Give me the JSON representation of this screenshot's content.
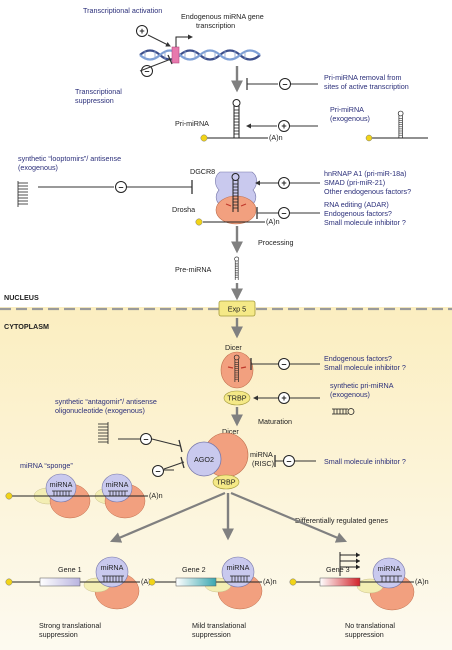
{
  "regulators": {
    "transcriptional_activation": "Transcriptional activation",
    "transcriptional_suppression": [
      "Transcriptional",
      "suppression"
    ],
    "pri_removal": [
      "Pri-miRNA removal from",
      "sites of active transcription"
    ],
    "pri_exogenous": [
      "Pri-miRNA",
      "(exogenous)"
    ],
    "looptomirs": [
      "synthetic “looptomirs”/ antisense",
      "(exogenous)"
    ],
    "hnrnp": [
      "hnRNAP A1 (pri-miR-18a)",
      "SMAD (pri-miR-21)",
      "Other endogenous factors?"
    ],
    "adar": [
      "RNA editing (ADAR)",
      "Endogenous factors?",
      "Small molecule inhibitor ?"
    ],
    "dicer_inhibitors": [
      "Endogenous factors?",
      "Small molecule inhibitor ?"
    ],
    "synthetic_pri": [
      "synthetic pri-miRNA",
      "(exogenous)"
    ],
    "antagomir": [
      "synthetic “antagomir”/ antisense",
      "oligonucleotide (exogenous)"
    ],
    "risc_inhibitor": "Small molecule inhibitor ?"
  },
  "pathway": {
    "endogenous_transcription": [
      "Endogenous miRNA gene",
      "transcription"
    ],
    "pri_mirna": "Pri-miRNA",
    "dgcr8": "DGCR8",
    "drosha": "Drosha",
    "processing": "Processing",
    "pre_mirna": "Pre-miRNA",
    "exp5": "Exp 5",
    "dicer": "Dicer",
    "trbp": "TRBP",
    "maturation": "Maturation",
    "ago2": "AGO2",
    "mirna_risc": [
      "miRNA",
      "(RISC)"
    ],
    "polya": "(A)n",
    "mirna_label": "miRNA"
  },
  "compartments": {
    "nucleus": "NUCLEUS",
    "cytoplasm": "CYTOPLASM"
  },
  "sponge": {
    "label": "miRNA “sponge”"
  },
  "targets": {
    "heading": "Differentially regulated genes",
    "genes": [
      {
        "name": "Gene 1",
        "outcome": [
          "Strong translational",
          "suppression"
        ]
      },
      {
        "name": "Gene 2",
        "outcome": [
          "Mild translational",
          "suppression"
        ]
      },
      {
        "name": "Gene 3",
        "outcome": [
          "No translational",
          "suppression"
        ]
      }
    ]
  },
  "symbols": {
    "plus": "+",
    "minus": "–"
  },
  "colors": {
    "cytoplasm_bg": "#fbf2cf",
    "text_blue": "#2b2f7a",
    "drosha_orange": "#f2a07f",
    "dgcr8_lavender": "#c9c9ee",
    "exp5_yellow": "#f5e987",
    "cap_yellow": "#f2d417"
  }
}
